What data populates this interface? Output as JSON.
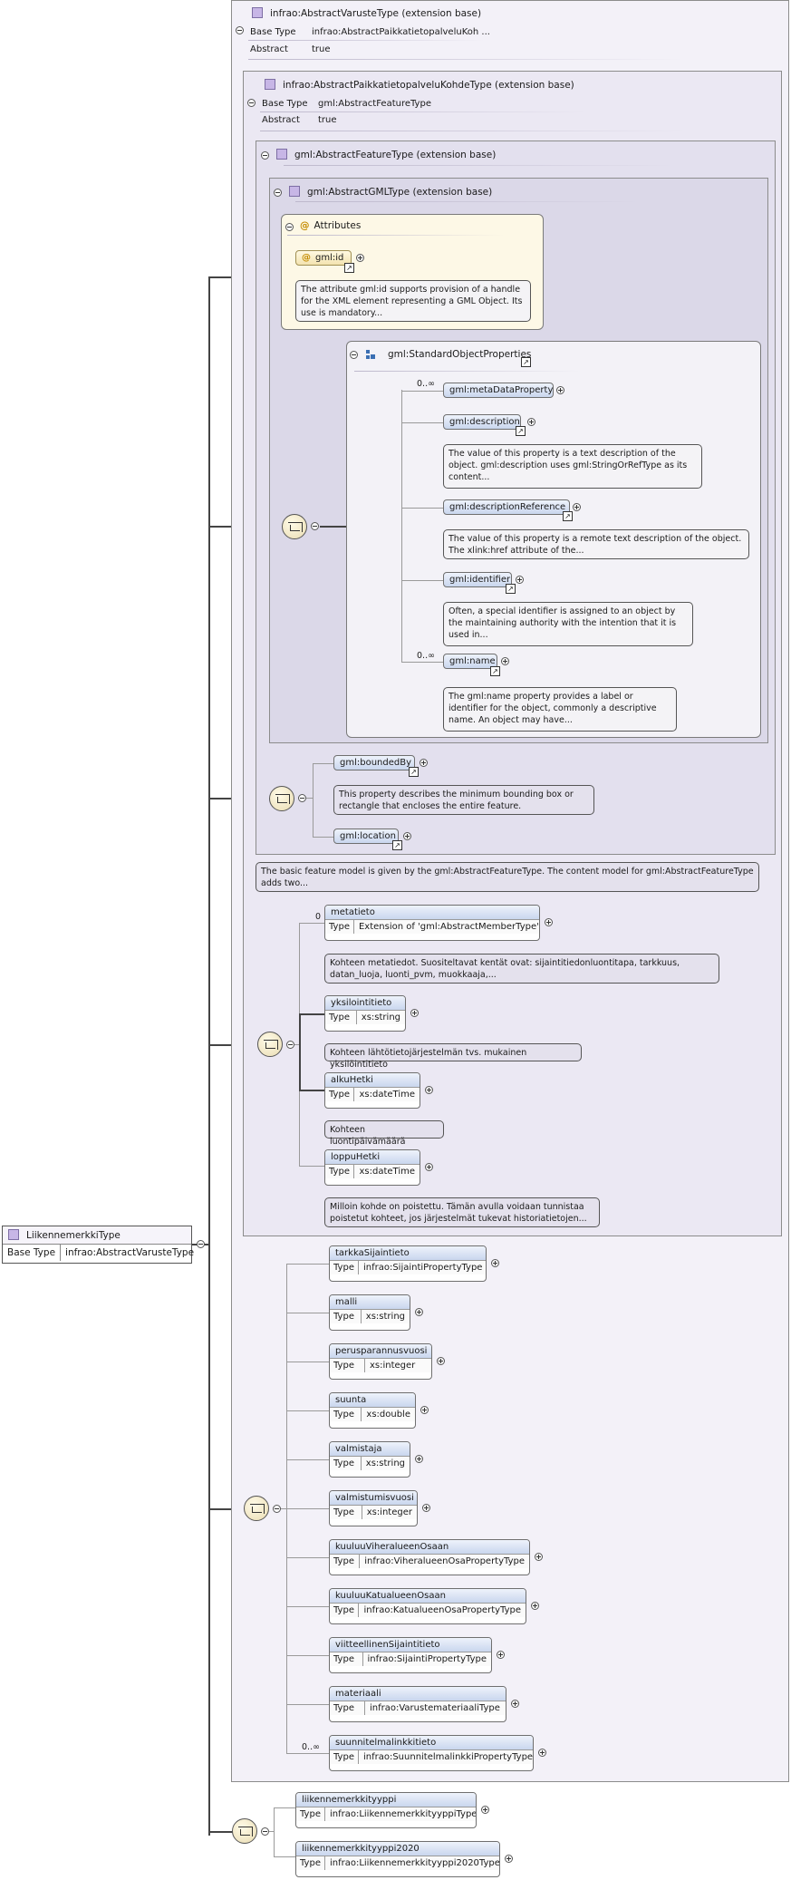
{
  "root": {
    "name": "LiikennemerkkiType",
    "base_key": "Base Type",
    "base_value": "infrao:AbstractVarusteType"
  },
  "ext1": {
    "title": "infrao:AbstractVarusteType (extension base)",
    "base_key": "Base Type",
    "base_value": "infrao:AbstractPaikkatietopalveluKoh ...",
    "abstract_key": "Abstract",
    "abstract_value": "true"
  },
  "ext2": {
    "title": "infrao:AbstractPaikkatietopalveluKohdeType (extension base)",
    "base_key": "Base Type",
    "base_value": "gml:AbstractFeatureType",
    "abstract_key": "Abstract",
    "abstract_value": "true"
  },
  "ext3": {
    "title": "gml:AbstractFeatureType (extension base)"
  },
  "ext4": {
    "title": "gml:AbstractGMLType (extension base)"
  },
  "attributes": {
    "title": "Attributes",
    "id_label": "gml:id",
    "id_note": "The attribute gml:id supports provision of a handle for the XML element representing a GML Object. Its use is mandatory..."
  },
  "std_props": {
    "title": "gml:StandardObjectProperties",
    "items": [
      {
        "label": "gml:metaDataProperty",
        "card": "0..∞",
        "note": ""
      },
      {
        "label": "gml:description",
        "card": "",
        "note": "The value of this property is a text description of the object. gml:description uses gml:StringOrRefType as its content..."
      },
      {
        "label": "gml:descriptionReference",
        "card": "",
        "note": "The value of this property is a remote text description of the object. The xlink:href attribute of the..."
      },
      {
        "label": "gml:identifier",
        "card": "",
        "note": "Often, a special identifier is assigned to an object by the maintaining authority with the intention that it is used in..."
      },
      {
        "label": "gml:name",
        "card": "0..∞",
        "note": "The gml:name property provides a label or identifier for the object, commonly a descriptive name. An object may have..."
      }
    ]
  },
  "feature_props": {
    "bounded_label": "gml:boundedBy",
    "bounded_note": "This property describes the minimum bounding box or rectangle that encloses the entire feature.",
    "location_label": "gml:location"
  },
  "feature_note": "The basic feature model is given by the gml:AbstractFeatureType. The content model for gml:AbstractFeatureType adds two...",
  "type_key": "Type",
  "kohde": [
    {
      "name": "metatieto",
      "type": "Extension of 'gml:AbstractMemberType'",
      "card": "0",
      "note": "Kohteen metatiedot. Suositeltavat kentät ovat: sijaintitiedonluontitapa, tarkkuus, datan_luoja, luonti_pvm, muokkaaja,..."
    },
    {
      "name": "yksilointitieto",
      "type": "xs:string",
      "card": "",
      "note": "Kohteen lähtötietojärjestelmän tvs. mukainen yksilöintitieto"
    },
    {
      "name": "alkuHetki",
      "type": "xs:dateTime",
      "card": "",
      "note": "Kohteen luontipäivämäärä"
    },
    {
      "name": "loppuHetki",
      "type": "xs:dateTime",
      "card": "",
      "note": "Milloin kohde on poistettu. Tämän avulla voidaan tunnistaa poistetut kohteet, jos järjestelmät tukevat historiatietojen..."
    }
  ],
  "varuste": [
    {
      "name": "tarkkaSijaintieto",
      "type": "infrao:SijaintiPropertyType",
      "card": ""
    },
    {
      "name": "malli",
      "type": "xs:string",
      "card": ""
    },
    {
      "name": "perusparannusvuosi",
      "type": "xs:integer",
      "card": ""
    },
    {
      "name": "suunta",
      "type": "xs:double",
      "card": ""
    },
    {
      "name": "valmistaja",
      "type": "xs:string",
      "card": ""
    },
    {
      "name": "valmistumisvuosi",
      "type": "xs:integer",
      "card": ""
    },
    {
      "name": "kuuluuViheralueenOsaan",
      "type": "infrao:ViheralueenOsaPropertyType",
      "card": ""
    },
    {
      "name": "kuuluuKatualueenOsaan",
      "type": "infrao:KatualueenOsaPropertyType",
      "card": ""
    },
    {
      "name": "viitteellinenSijaintitieto",
      "type": "infrao:SijaintiPropertyType",
      "card": ""
    },
    {
      "name": "materiaali",
      "type": "infrao:VarustemateriaaliType",
      "card": ""
    },
    {
      "name": "suunnitelmalinkkitieto",
      "type": "infrao:SuunnitelmalinkkiPropertyType",
      "card": "0..∞"
    }
  ],
  "own": [
    {
      "name": "liikennemerkkityyppi",
      "type": "infrao:LiikennemerkkityyppiType",
      "card": ""
    },
    {
      "name": "liikennemerkkityyppi2020",
      "type": "infrao:Liikennemerkkityyppi2020Type",
      "card": ""
    }
  ],
  "colors": {
    "class_icon": "#c7b6e6",
    "element_fill": "#c9d6ee",
    "attribute_fill": "#fdf8e6",
    "panel_fill": "#f3f1f8"
  }
}
